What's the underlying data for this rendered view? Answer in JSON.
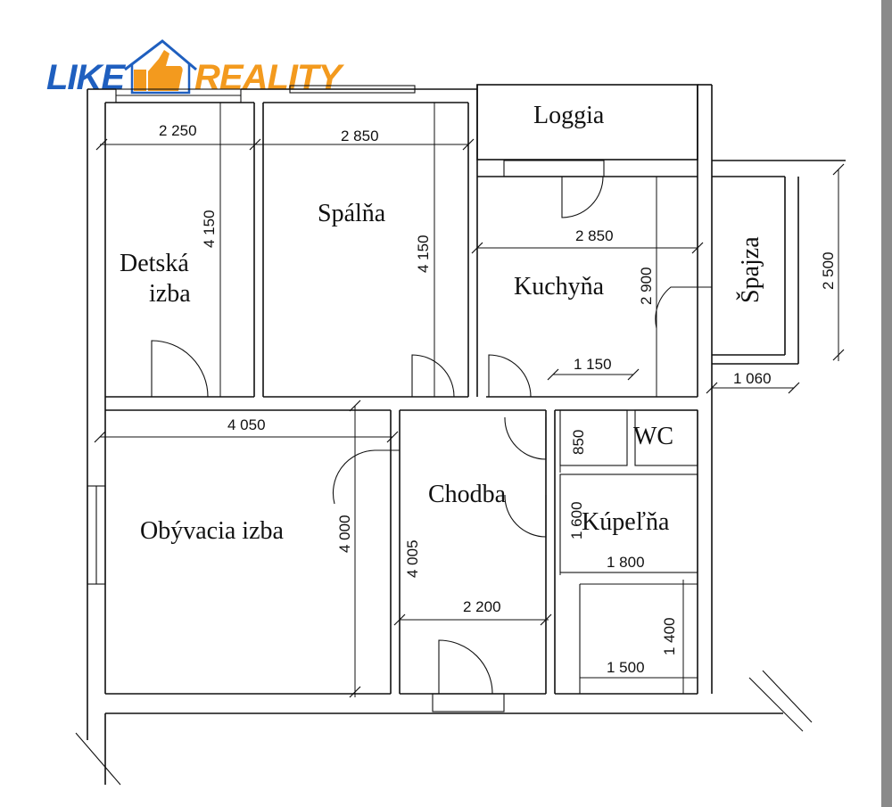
{
  "logo": {
    "part1": "LIKE",
    "part2": "REALITY"
  },
  "colors": {
    "logo_blue": "#1f5fbf",
    "logo_orange": "#f39a1e",
    "line": "#111111",
    "scrollbar": "#8a8a8a"
  },
  "rooms": {
    "loggia": "Loggia",
    "spalna": "Spálňa",
    "detska_1": "Detská",
    "detska_2": "izba",
    "kuchyna": "Kuchyňa",
    "spajza": "Špajza",
    "wc": "WC",
    "chodba": "Chodba",
    "kupelna": "Kúpeľňa",
    "obyvacia": "Obývacia izba"
  },
  "dimensions": {
    "detska_w": "2 250",
    "spalna_w": "2 850",
    "detska_h": "4 150",
    "spalna_h": "4 150",
    "kuchyna_w": "2 850",
    "kuchyna_h": "2 900",
    "kuchyna_small": "1 150",
    "spajza_h": "2 500",
    "spajza_w": "1 060",
    "obyvacia_w": "4 050",
    "obyvacia_h": "4 000",
    "chodba_h": "4 005",
    "chodba_w": "2 200",
    "wc_h": "850",
    "kupelna_h": "1 600",
    "kupelna_w": "1 800",
    "lower_w": "1 500",
    "lower_h": "1 400"
  }
}
